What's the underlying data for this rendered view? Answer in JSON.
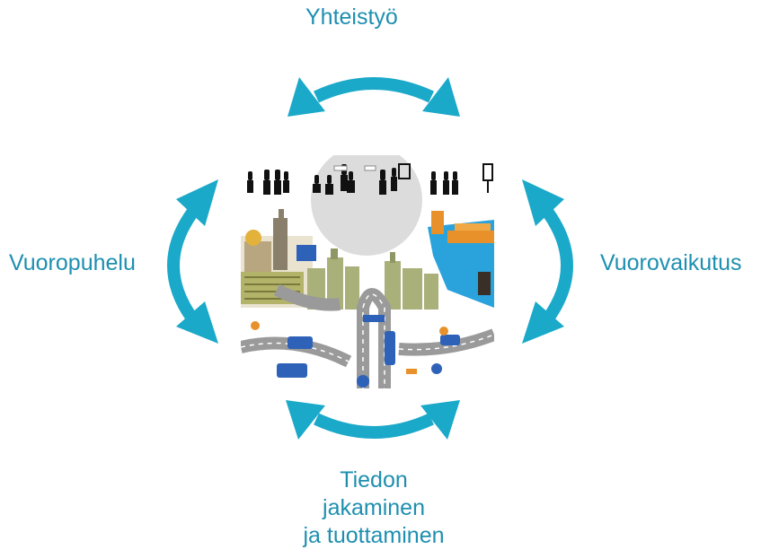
{
  "labels": {
    "top": "Yhteistyö",
    "left": "Vuoropuhelu",
    "right": "Vuorovaikutus",
    "bottom": [
      "Tiedon",
      "jakaminen",
      "ja tuottaminen"
    ]
  },
  "colors": {
    "arrow": "#1ba9c9",
    "label": "#1e8fb0"
  },
  "center_image": "city-cooperation-illustration"
}
